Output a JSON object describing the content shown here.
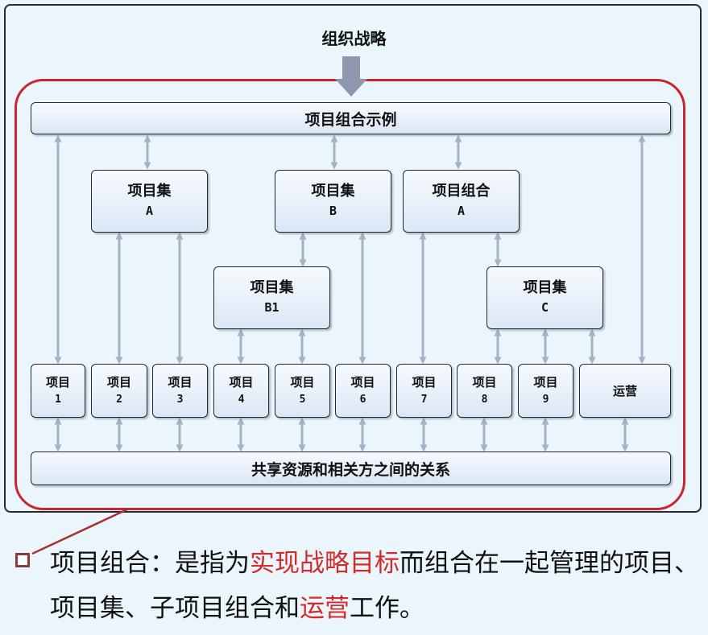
{
  "diagram": {
    "strategy_label": "组织战略",
    "top_bar": "项目组合示例",
    "bottom_bar": "共享资源和相关方之间的关系",
    "groups": {
      "program_a": {
        "line1": "项目集",
        "line2": "A"
      },
      "program_b": {
        "line1": "项目集",
        "line2": "B"
      },
      "portfolio_a": {
        "line1": "项目组合",
        "line2": "A"
      },
      "program_b1": {
        "line1": "项目集",
        "line2": "B1"
      },
      "program_c": {
        "line1": "项目集",
        "line2": "C"
      }
    },
    "items": [
      {
        "line1": "项目",
        "line2": "1"
      },
      {
        "line1": "项目",
        "line2": "2"
      },
      {
        "line1": "项目",
        "line2": "3"
      },
      {
        "line1": "项目",
        "line2": "4"
      },
      {
        "line1": "项目",
        "line2": "5"
      },
      {
        "line1": "项目",
        "line2": "6"
      },
      {
        "line1": "项目",
        "line2": "7"
      },
      {
        "line1": "项目",
        "line2": "8"
      },
      {
        "line1": "项目",
        "line2": "9"
      },
      {
        "line1": "运营",
        "line2": ""
      }
    ]
  },
  "definition": {
    "p1": "项目组合：是指为",
    "h1": "实现战略目标",
    "p2": "而组合在一起管理的项目、项目集、子项目组合和",
    "h2": "运营",
    "p3": "工作。"
  },
  "colors": {
    "frame_red": "#c8282d",
    "highlight_red": "#d42a2a",
    "arrow": "#a7b1c4",
    "background": "#eaf6fb"
  }
}
